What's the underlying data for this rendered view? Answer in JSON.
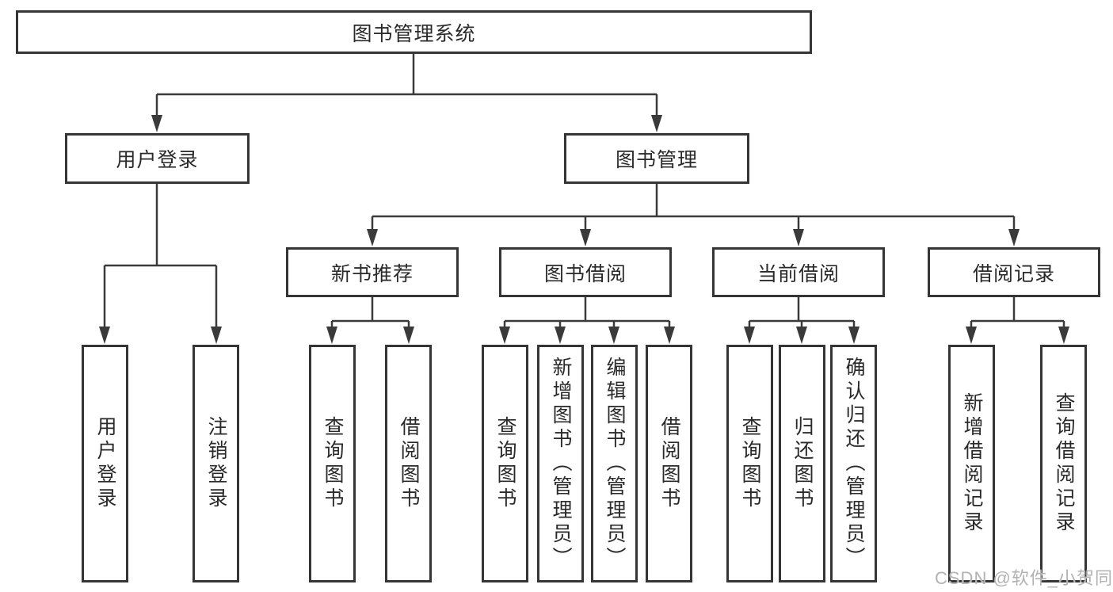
{
  "colors": {
    "background": "#ffffff",
    "line": "#3a3a3a",
    "box_border": "#353535",
    "text": "#2a2a2a",
    "watermark": "#b2b2b2"
  },
  "tree": {
    "root": {
      "label": "图书管理系统",
      "children": [
        {
          "label": "用户登录",
          "children": [
            {
              "label": "用户登录"
            },
            {
              "label": "注销登录"
            }
          ]
        },
        {
          "label": "图书管理",
          "children": [
            {
              "label": "新书推荐",
              "children": [
                {
                  "label": "查询图书"
                },
                {
                  "label": "借阅图书"
                }
              ]
            },
            {
              "label": "图书借阅",
              "children": [
                {
                  "label": "查询图书"
                },
                {
                  "label": "新增图书（管理员）"
                },
                {
                  "label": "编辑图书（管理员）"
                },
                {
                  "label": "借阅图书"
                }
              ]
            },
            {
              "label": "当前借阅",
              "children": [
                {
                  "label": "查询图书"
                },
                {
                  "label": "归还图书"
                },
                {
                  "label": "确认归还（管理员）"
                }
              ]
            },
            {
              "label": "借阅记录",
              "children": [
                {
                  "label": "新增借阅记录"
                },
                {
                  "label": "查询借阅记录"
                }
              ]
            }
          ]
        }
      ]
    }
  },
  "watermark": {
    "text": "CSDN @软件_小贺同学"
  }
}
